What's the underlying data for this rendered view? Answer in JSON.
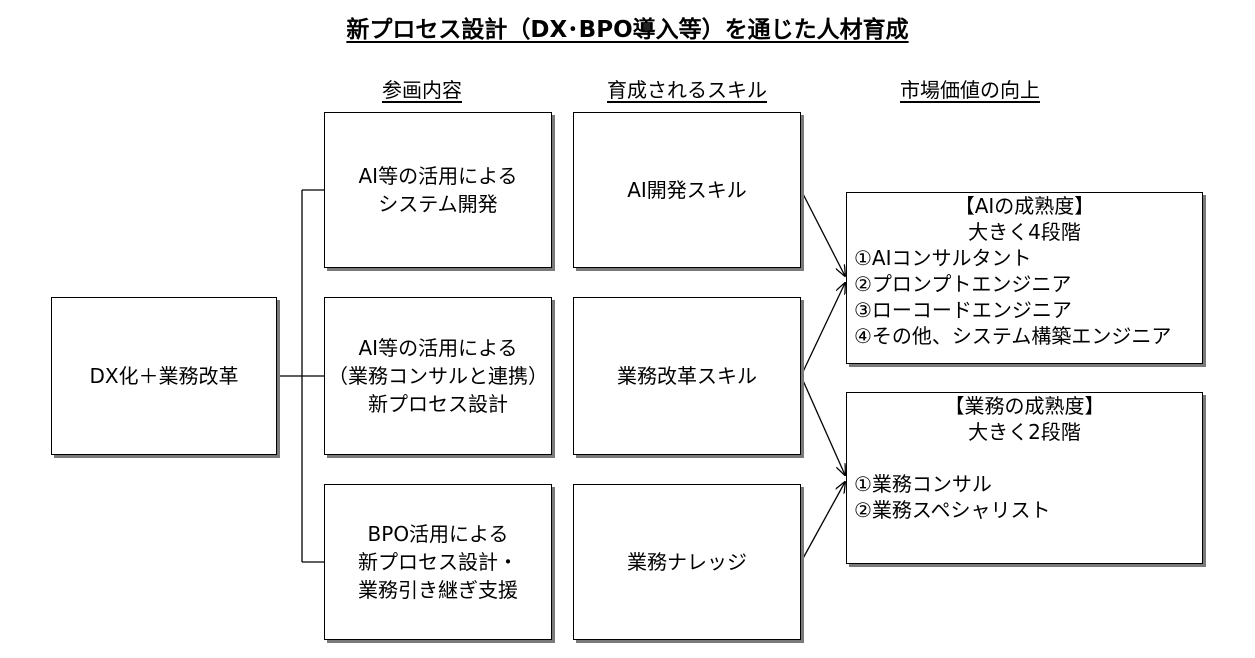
{
  "title": "新プロセス設計（DX･BPO導入等）を通じた人材育成",
  "headers": {
    "participation": "参画内容",
    "skills": "育成されるスキル",
    "market": "市場価値の向上"
  },
  "root": "DX化＋業務改革",
  "participation": [
    {
      "lines": [
        "AI等の活用による",
        "システム開発"
      ]
    },
    {
      "lines": [
        "AI等の活用による",
        "（業務コンサルと連携）",
        "新プロセス設計"
      ]
    },
    {
      "lines": [
        "BPO活用による",
        "新プロセス設計・",
        "業務引き継ぎ支援"
      ]
    }
  ],
  "skills": [
    {
      "label": "AI開発スキル"
    },
    {
      "label": "業務改革スキル"
    },
    {
      "label": "業務ナレッジ"
    }
  ],
  "ai_maturity": {
    "heading": "【AIの成熟度】",
    "subheading": "大きく4段階",
    "items": [
      "①AIコンサルタント",
      "②プロンプトエンジニア",
      "③ローコードエンジニア",
      "④その他、システム構築エンジニア"
    ]
  },
  "business_maturity": {
    "heading": "【業務の成熟度】",
    "subheading": "大きく2段階",
    "items": [
      "①業務コンサル",
      "②業務スペシャリスト"
    ]
  }
}
